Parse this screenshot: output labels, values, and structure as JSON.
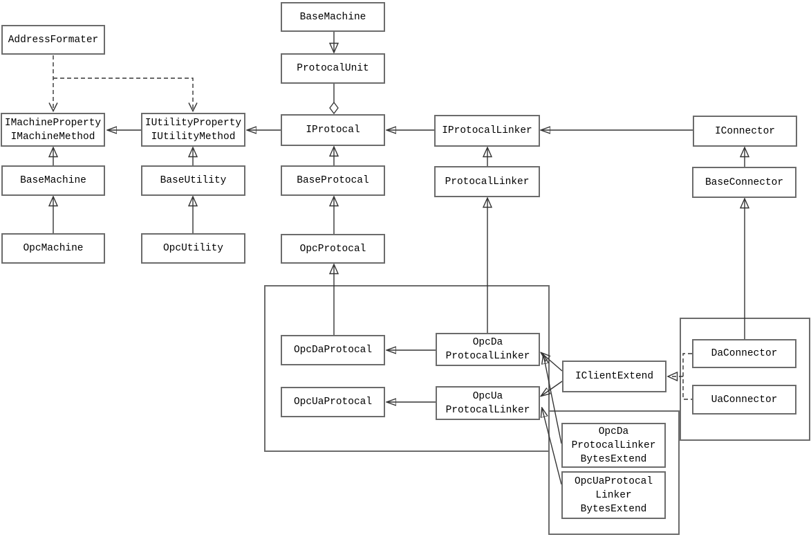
{
  "diagram": {
    "colors": {
      "background": "#ffffff",
      "box_border": "#6b6b6b",
      "line": "#333333",
      "text": "#000000"
    },
    "boxes": {
      "address_formater": {
        "label": "AddressFormater"
      },
      "imachine": {
        "label": "IMachineProperty\nIMachineMethod"
      },
      "iutility": {
        "label": "IUtilityProperty\nIUtilityMethod"
      },
      "base_machine_left": {
        "label": "BaseMachine"
      },
      "base_utility": {
        "label": "BaseUtility"
      },
      "opc_machine": {
        "label": "OpcMachine"
      },
      "opc_utility": {
        "label": "OpcUtility"
      },
      "base_machine_top": {
        "label": "BaseMachine"
      },
      "protocal_unit": {
        "label": "ProtocalUnit"
      },
      "iprotocal": {
        "label": "IProtocal"
      },
      "base_protocal": {
        "label": "BaseProtocal"
      },
      "opc_protocal": {
        "label": "OpcProtocal"
      },
      "iprotocal_linker": {
        "label": "IProtocalLinker"
      },
      "protocal_linker": {
        "label": "ProtocalLinker"
      },
      "iconnector": {
        "label": "IConnector"
      },
      "base_connector": {
        "label": "BaseConnector"
      },
      "opc_da_protocal": {
        "label": "OpcDaProtocal"
      },
      "opc_ua_protocal": {
        "label": "OpcUaProtocal"
      },
      "opc_da_linker": {
        "label": "OpcDa\nProtocalLinker"
      },
      "opc_ua_linker": {
        "label": "OpcUa\nProtocalLinker"
      },
      "iclient_extend": {
        "label": "IClientExtend"
      },
      "da_connector": {
        "label": "DaConnector"
      },
      "ua_connector": {
        "label": "UaConnector"
      },
      "opc_da_linker_bytes": {
        "label": "OpcDa\nProtocalLinker\nBytesExtend"
      },
      "opc_ua_linker_bytes": {
        "label": "OpcUaProtocal\nLinker\nBytesExtend"
      }
    },
    "relations": [
      {
        "from": "AddressFormater",
        "to": "IMachineProperty/IMachineMethod",
        "type": "dependency-dashed"
      },
      {
        "from": "AddressFormater",
        "to": "IUtilityProperty/IUtilityMethod",
        "type": "dependency-dashed"
      },
      {
        "from": "IUtilityProperty/IUtilityMethod",
        "to": "IMachineProperty/IMachineMethod",
        "type": "association"
      },
      {
        "from": "IProtocal",
        "to": "IUtilityProperty/IUtilityMethod",
        "type": "association"
      },
      {
        "from": "IProtocalLinker",
        "to": "IProtocal",
        "type": "association"
      },
      {
        "from": "IConnector",
        "to": "IProtocalLinker",
        "type": "association"
      },
      {
        "from": "BaseMachine",
        "to": "ProtocalUnit",
        "type": "generalization-downward"
      },
      {
        "from": "ProtocalUnit",
        "to": "IProtocal",
        "type": "aggregation"
      },
      {
        "from": "BaseMachine",
        "to": "IMachineProperty/IMachineMethod",
        "type": "generalization"
      },
      {
        "from": "OpcMachine",
        "to": "BaseMachine",
        "type": "generalization"
      },
      {
        "from": "BaseUtility",
        "to": "IUtilityProperty/IUtilityMethod",
        "type": "generalization"
      },
      {
        "from": "OpcUtility",
        "to": "BaseUtility",
        "type": "generalization"
      },
      {
        "from": "BaseProtocal",
        "to": "IProtocal",
        "type": "generalization"
      },
      {
        "from": "OpcProtocal",
        "to": "BaseProtocal",
        "type": "generalization"
      },
      {
        "from": "OpcDaProtocal",
        "to": "OpcProtocal",
        "type": "generalization"
      },
      {
        "from": "ProtocalLinker",
        "to": "IProtocalLinker",
        "type": "generalization"
      },
      {
        "from": "OpcDa ProtocalLinker",
        "to": "ProtocalLinker",
        "type": "generalization"
      },
      {
        "from": "BaseConnector",
        "to": "IConnector",
        "type": "generalization"
      },
      {
        "from": "DaConnector",
        "to": "BaseConnector",
        "type": "generalization"
      },
      {
        "from": "OpcDa ProtocalLinker",
        "to": "OpcDaProtocal",
        "type": "association"
      },
      {
        "from": "OpcUa ProtocalLinker",
        "to": "OpcUaProtocal",
        "type": "association"
      },
      {
        "from": "IClientExtend",
        "to": "OpcDa ProtocalLinker",
        "type": "association"
      },
      {
        "from": "IClientExtend",
        "to": "OpcUa ProtocalLinker",
        "type": "association"
      },
      {
        "from": "OpcDa ProtocalLinker BytesExtend",
        "to": "OpcDa ProtocalLinker",
        "type": "association"
      },
      {
        "from": "OpcUaProtocal Linker BytesExtend",
        "to": "OpcUa ProtocalLinker",
        "type": "association"
      },
      {
        "from": "DaConnector",
        "to": "IClientExtend",
        "type": "realization-dashed"
      },
      {
        "from": "UaConnector",
        "to": "IClientExtend",
        "type": "realization-dashed"
      }
    ]
  }
}
